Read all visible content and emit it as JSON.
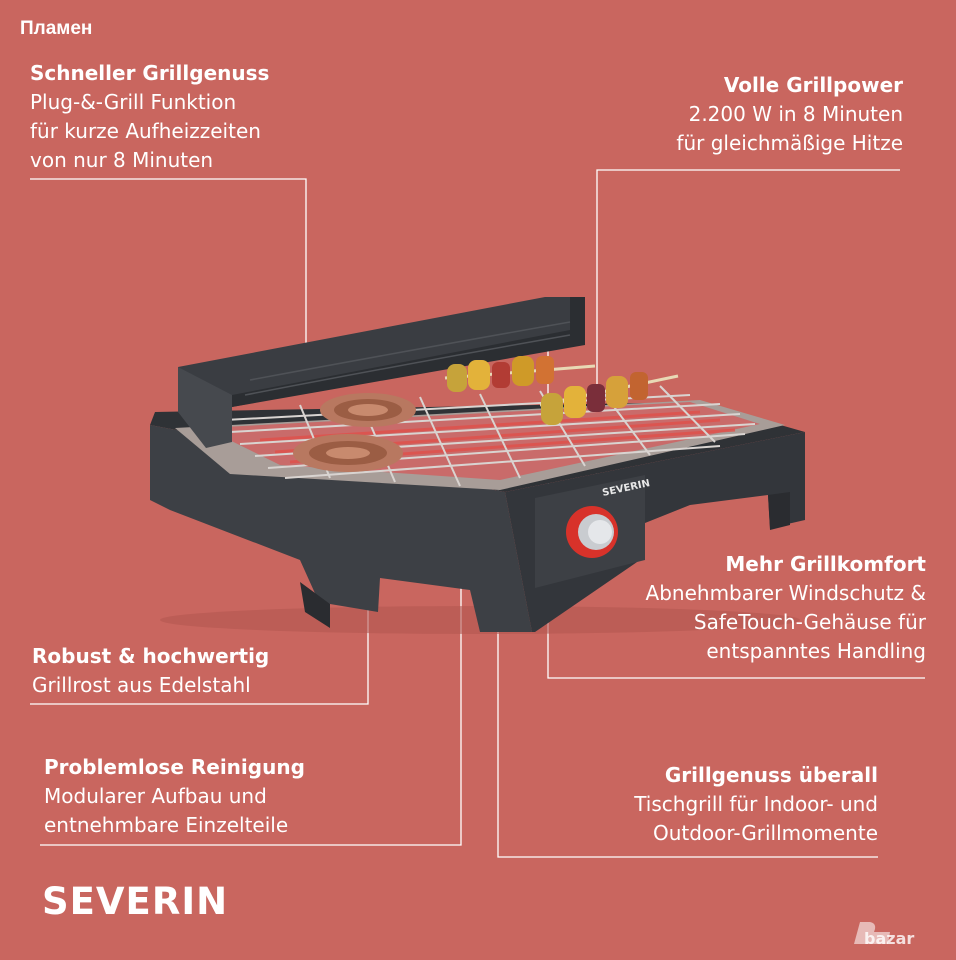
{
  "user_tag": "Пламен",
  "features": {
    "quick": {
      "title": "Schneller Grillgenuss",
      "lines": [
        "Plug-&-Grill Funktion",
        "für kurze Aufheizzeiten",
        "von nur 8 Minuten"
      ]
    },
    "power": {
      "title": "Volle Grillpower",
      "lines": [
        "2.200 W in 8 Minuten",
        "für gleichmäßige Hitze"
      ]
    },
    "comfort": {
      "title": "Mehr Grillkomfort",
      "lines": [
        "Abnehmbarer Windschutz &",
        "SafeTouch-Gehäuse für",
        "entspanntes Handling"
      ]
    },
    "robust": {
      "title": "Robust & hochwertig",
      "lines": [
        "Grillrost aus Edelstahl"
      ]
    },
    "cleaning": {
      "title": "Problemlose Reinigung",
      "lines": [
        "Modularer Aufbau und",
        "entnehmbare Einzelteile"
      ]
    },
    "anywhere": {
      "title": "Grillgenuss überall",
      "lines": [
        "Tischgrill für Indoor- und",
        "Outdoor-Grillmomente"
      ]
    }
  },
  "brand": "SEVERIN",
  "device_brand": "SEVERIN",
  "watermark": "bazar",
  "colors": {
    "background": "#c9665f",
    "grill_body": "#3a3d42",
    "knob_ring": "#d8322a"
  }
}
